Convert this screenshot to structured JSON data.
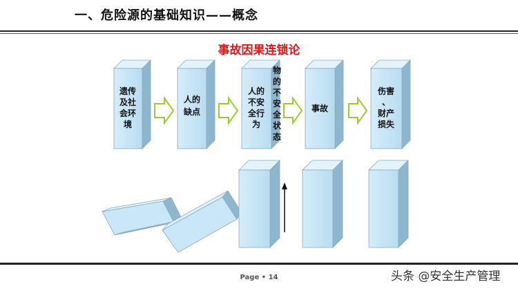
{
  "header": {
    "title": "一、危险源的基础知识——概念"
  },
  "diagram": {
    "subtitle": "事故因果连锁论",
    "boxes": [
      {
        "lines": [
          "遗传",
          "及社",
          "会环",
          "境"
        ]
      },
      {
        "lines": [
          "人的",
          "缺点"
        ]
      },
      {
        "lines": [
          "人的",
          "不安",
          "全行",
          "为"
        ]
      },
      {
        "lines": [
          "事故"
        ]
      },
      {
        "lines": [
          "伤害",
          "、",
          "财产",
          "损失"
        ]
      }
    ],
    "side_label": [
      "物",
      "的",
      "不",
      "安",
      "全",
      "状",
      "态"
    ]
  },
  "footer": {
    "page": "Page • 14",
    "watermark": "头条 @安全生产管理"
  },
  "colors": {
    "front": "#c9e7f8",
    "top": "#e3f3fc",
    "side": "#8fb6cf",
    "arrow": "#9acd32",
    "subtitle": "#e8161a"
  }
}
